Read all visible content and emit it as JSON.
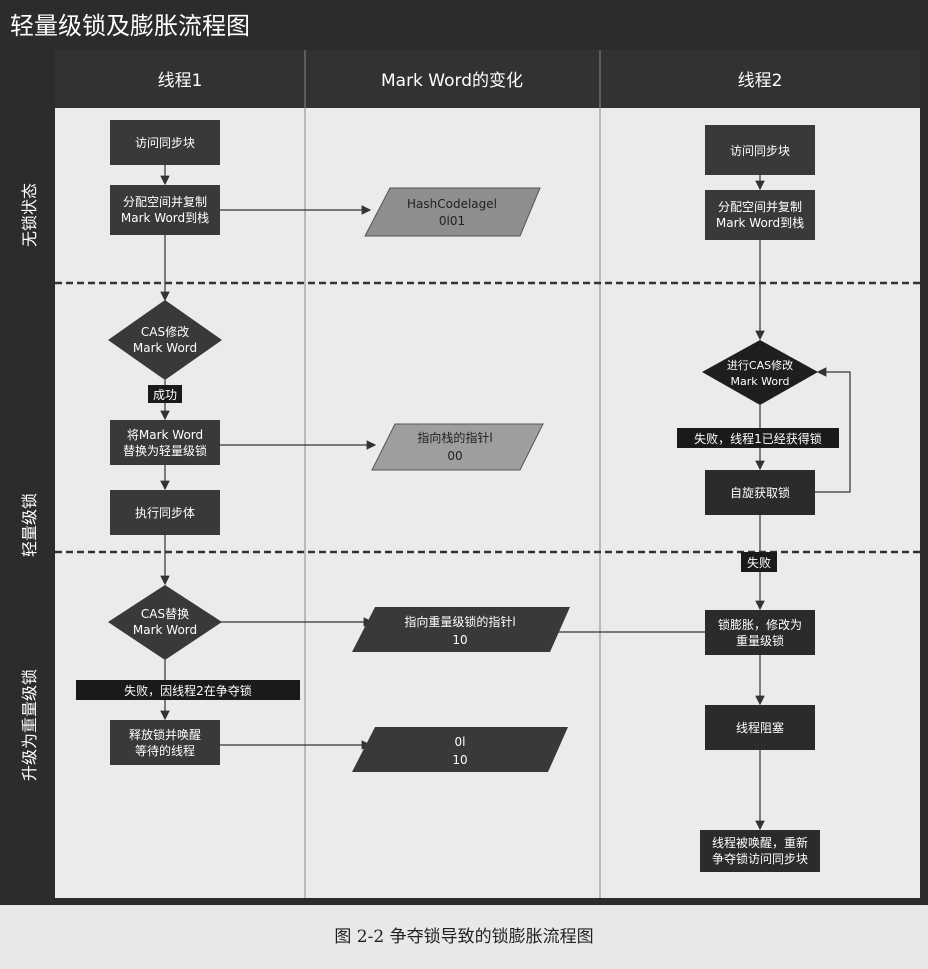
{
  "title": "轻量级锁及膨胀流程图",
  "columns": [
    "线程1",
    "Mark Word的变化",
    "线程2"
  ],
  "lanes": [
    "无锁状态",
    "轻量级锁",
    "升级为重量级锁"
  ],
  "thread1": {
    "access": "访问同步块",
    "alloc": [
      "分配空间并复制",
      "Mark Word到栈"
    ],
    "cas": [
      "CAS修改",
      "Mark Word"
    ],
    "success": "成功",
    "replace": [
      "将Mark Word",
      "替换为轻量级锁"
    ],
    "exec": "执行同步体",
    "cas_replace": [
      "CAS替换",
      "Mark Word"
    ],
    "fail": "失败，因线程2在争夺锁",
    "release": [
      "释放锁并唤醒",
      "等待的线程"
    ]
  },
  "markword": {
    "hash": [
      "HashCodelagel",
      "0l01"
    ],
    "stack_ptr": [
      "指向栈的指针l",
      "00"
    ],
    "heavy_ptr": [
      "指向重量级锁的指针l",
      "10"
    ],
    "final": [
      "0l",
      "10"
    ]
  },
  "thread2": {
    "access": "访问同步块",
    "alloc": [
      "分配空间并复制",
      "Mark Word到栈"
    ],
    "cas": [
      "进行CAS修改",
      "Mark Word"
    ],
    "fail_locked": "失败，线程1已经获得锁",
    "spin": "自旋获取锁",
    "fail": "失败",
    "inflate": [
      "锁膨胀，修改为",
      "重量级锁"
    ],
    "block": "线程阻塞",
    "wake": [
      "线程被唤醒，重新",
      "争夺锁访问同步块"
    ]
  },
  "caption": "图 2-2   争夺锁导致的锁膨胀流程图"
}
